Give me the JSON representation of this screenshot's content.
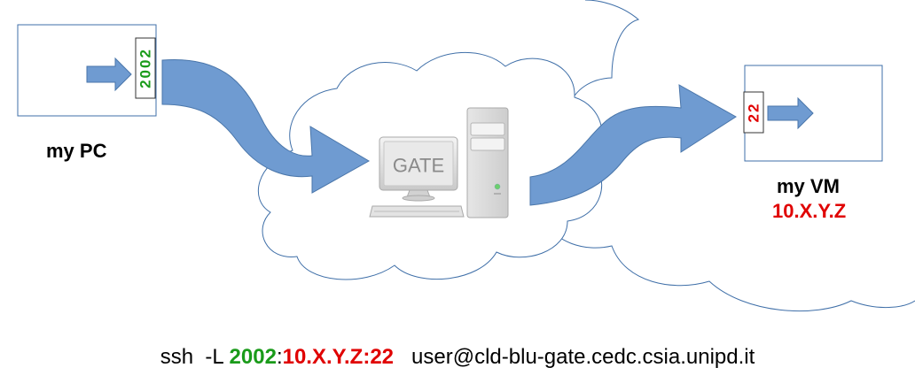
{
  "pc": {
    "label": "my PC",
    "port": "2002"
  },
  "gateway": {
    "label": "GATE"
  },
  "vm": {
    "label": "my VM",
    "address": "10.X.Y.Z",
    "port": "22"
  },
  "command": {
    "prefix": "ssh  -L ",
    "local_port": "2002",
    "sep1": ":",
    "remote_host": "10.X.Y.Z",
    "sep2": ":",
    "remote_port": "22",
    "suffix": "   user@cld-blu-gate.cedc.csia.unipd.it"
  },
  "colors": {
    "arrow": "#6f9bd1",
    "arrow_stroke": "#4a76aa",
    "cloud_stroke": "#3f6fa8",
    "port_green": "#1a9b1a",
    "address_red": "#e00000"
  }
}
